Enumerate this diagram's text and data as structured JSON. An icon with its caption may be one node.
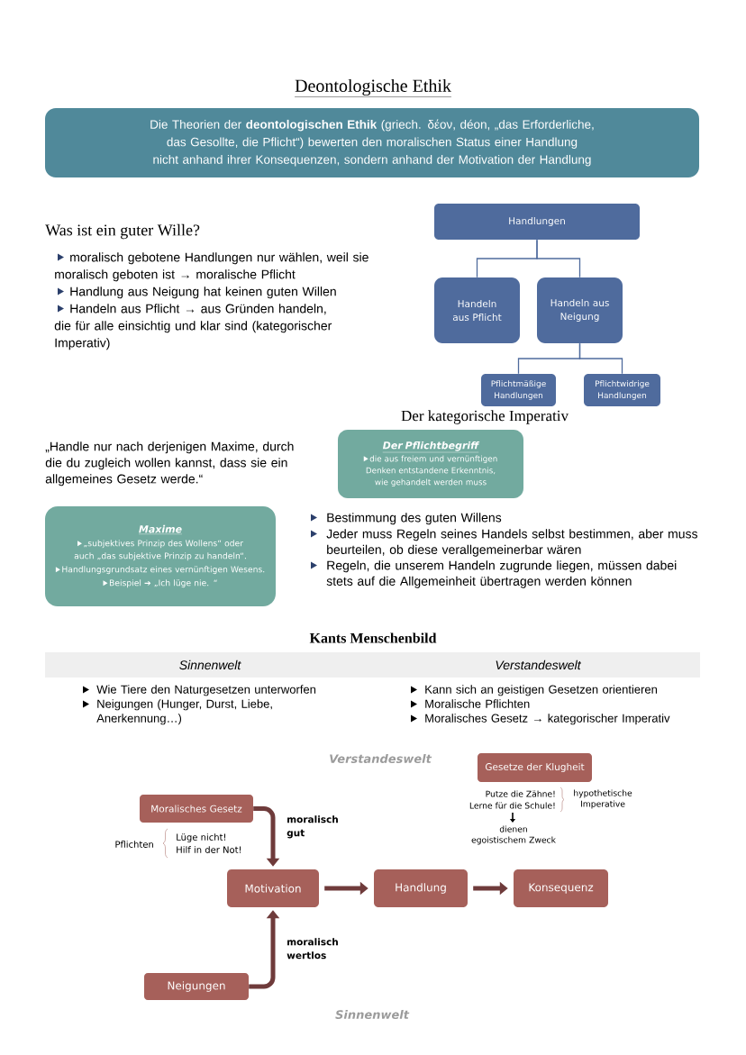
{
  "diagram": {
    "title": "Deontologische Ethik",
    "nodes": [
      {
        "text": [
          "Die Theorien der **deontologischen Ethik** (griech. δέον, déon, „das Erforderliche, das Gesollte, die Pflicht“) bewerten den moralischen Status einer Handlung nicht anhand ihrer Konsequenzen, sondern anhand der Motivation der Handlung"
        ]
      },
      {
        "text": [
          "Handlungen"
        ]
      },
      {
        "text": [
          "Handeln aus Pflicht"
        ]
      },
      {
        "text": [
          "Handeln aus Neigung"
        ]
      },
      {
        "text": [
          "Pflichtmäßige Handlungen"
        ]
      },
      {
        "text": [
          "Pflichtwidrige Handlungen"
        ]
      },
      {
        "text": [
          "Der Pflichtbegriff",
          "die aus freiem und vernünftigen Denken entstandene Erkenntnis, wie gehandelt werden muss"
        ]
      },
      {
        "text": [
          "Maxime",
          "„subjektives Prinzip des Wollens“ oder auch „das subjektive Prinzip zu handeln“.",
          "Handlungsgrundsatz eines vernünftigen Wesens.",
          "Beispiel ➔ „Ich lüge nie. “"
        ]
      },
      {
        "text": [
          "Moralisches Gesetz"
        ]
      },
      {
        "text": [
          "Motivation"
        ]
      },
      {
        "text": [
          "Handlung"
        ]
      },
      {
        "text": [
          "Konsequenz"
        ]
      },
      {
        "text": [
          "Neigungen"
        ]
      },
      {
        "text": [
          "Gesetze der Klugheit"
        ]
      }
    ],
    "edges": [
      {
        "from": 1,
        "to": 2,
        "arrow": "none"
      },
      {
        "from": 1,
        "to": 3,
        "arrow": "none"
      },
      {
        "from": 3,
        "to": 4,
        "arrow": "none"
      },
      {
        "from": 3,
        "to": 5,
        "arrow": "none"
      },
      {
        "from": 8,
        "to": 9,
        "arrow": "to",
        "label": "moralisch gut",
        "style": "thick",
        "color": "#6f3b3b"
      },
      {
        "from": 12,
        "to": 9,
        "arrow": "to",
        "label": "moralisch wertlos",
        "style": "thick",
        "color": "#6f3b3b"
      },
      {
        "from": 9,
        "to": 10,
        "arrow": "to",
        "style": "thick",
        "color": "#6f3b3b"
      },
      {
        "from": 10,
        "to": 11,
        "arrow": "to",
        "style": "thick",
        "color": "#6f3b3b"
      }
    ],
    "labels": [
      "Was ist ein guter Wille?",
      "moralisch gebotene Handlungen nur wählen, weil sie moralisch geboten ist → moralische Pflicht",
      "Handlung aus Neigung hat keinen guten Willen",
      "Handeln aus Pflicht → aus Gründen handeln, die für alle einsichtig und klar sind (kategorischer Imperativ)",
      "Der kategorische Imperativ",
      "„Handle nur nach derjenigen Maxime, durch die du zugleich wollen kannst, dass sie ein allgemeines Gesetz werde.“",
      "Bestimmung des guten Willens",
      "Jeder muss Regeln seines Handels selbst bestimmen, aber muss beurteilen, ob diese verallgemeinerbar wären",
      "Regeln, die unserem Handeln zugrunde liegen, müssen dabei stets auf die Allgemeinheit übertragen werden können",
      "Kants Menschenbild",
      "Sinnenwelt",
      "Verstandeswelt",
      "Wie Tiere den Naturgesetzen unterworfen",
      "Kann sich an geistigen Gesetzen orientieren",
      "Neigungen (Hunger, Durst, Liebe, Anerkennung…)",
      "Moralische Pflichten",
      "Moralisches Gesetz → kategorischer Imperativ",
      "Verstandeswelt",
      "Putze die Zähne!",
      "hypothetische Imperative",
      "Lerne für die Schule!",
      "Pflichten",
      "Lüge nicht!",
      "Hilf in der Not!",
      "dienen egoistischem Zweck",
      "Sinnenwelt"
    ]
  }
}
